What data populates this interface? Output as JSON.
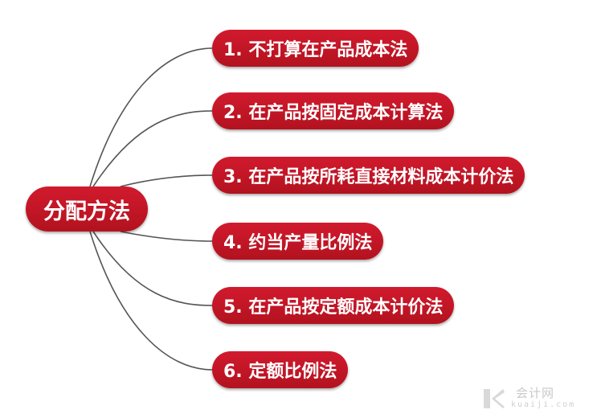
{
  "root": {
    "label": "分配方法"
  },
  "methods": [
    {
      "label": "1. 不打算在产品成本法"
    },
    {
      "label": "2. 在产品按固定成本计算法"
    },
    {
      "label": "3. 在产品按所耗直接材料成本计价法"
    },
    {
      "label": "4. 约当产量比例法"
    },
    {
      "label": "5. 在产品按定额成本计价法"
    },
    {
      "label": "6. 定额比例法"
    }
  ],
  "watermark": {
    "site_cn": "会计网",
    "site_en": "kuaiji.com"
  },
  "colors": {
    "node_red": "#c0152a",
    "connector": "#555555"
  }
}
